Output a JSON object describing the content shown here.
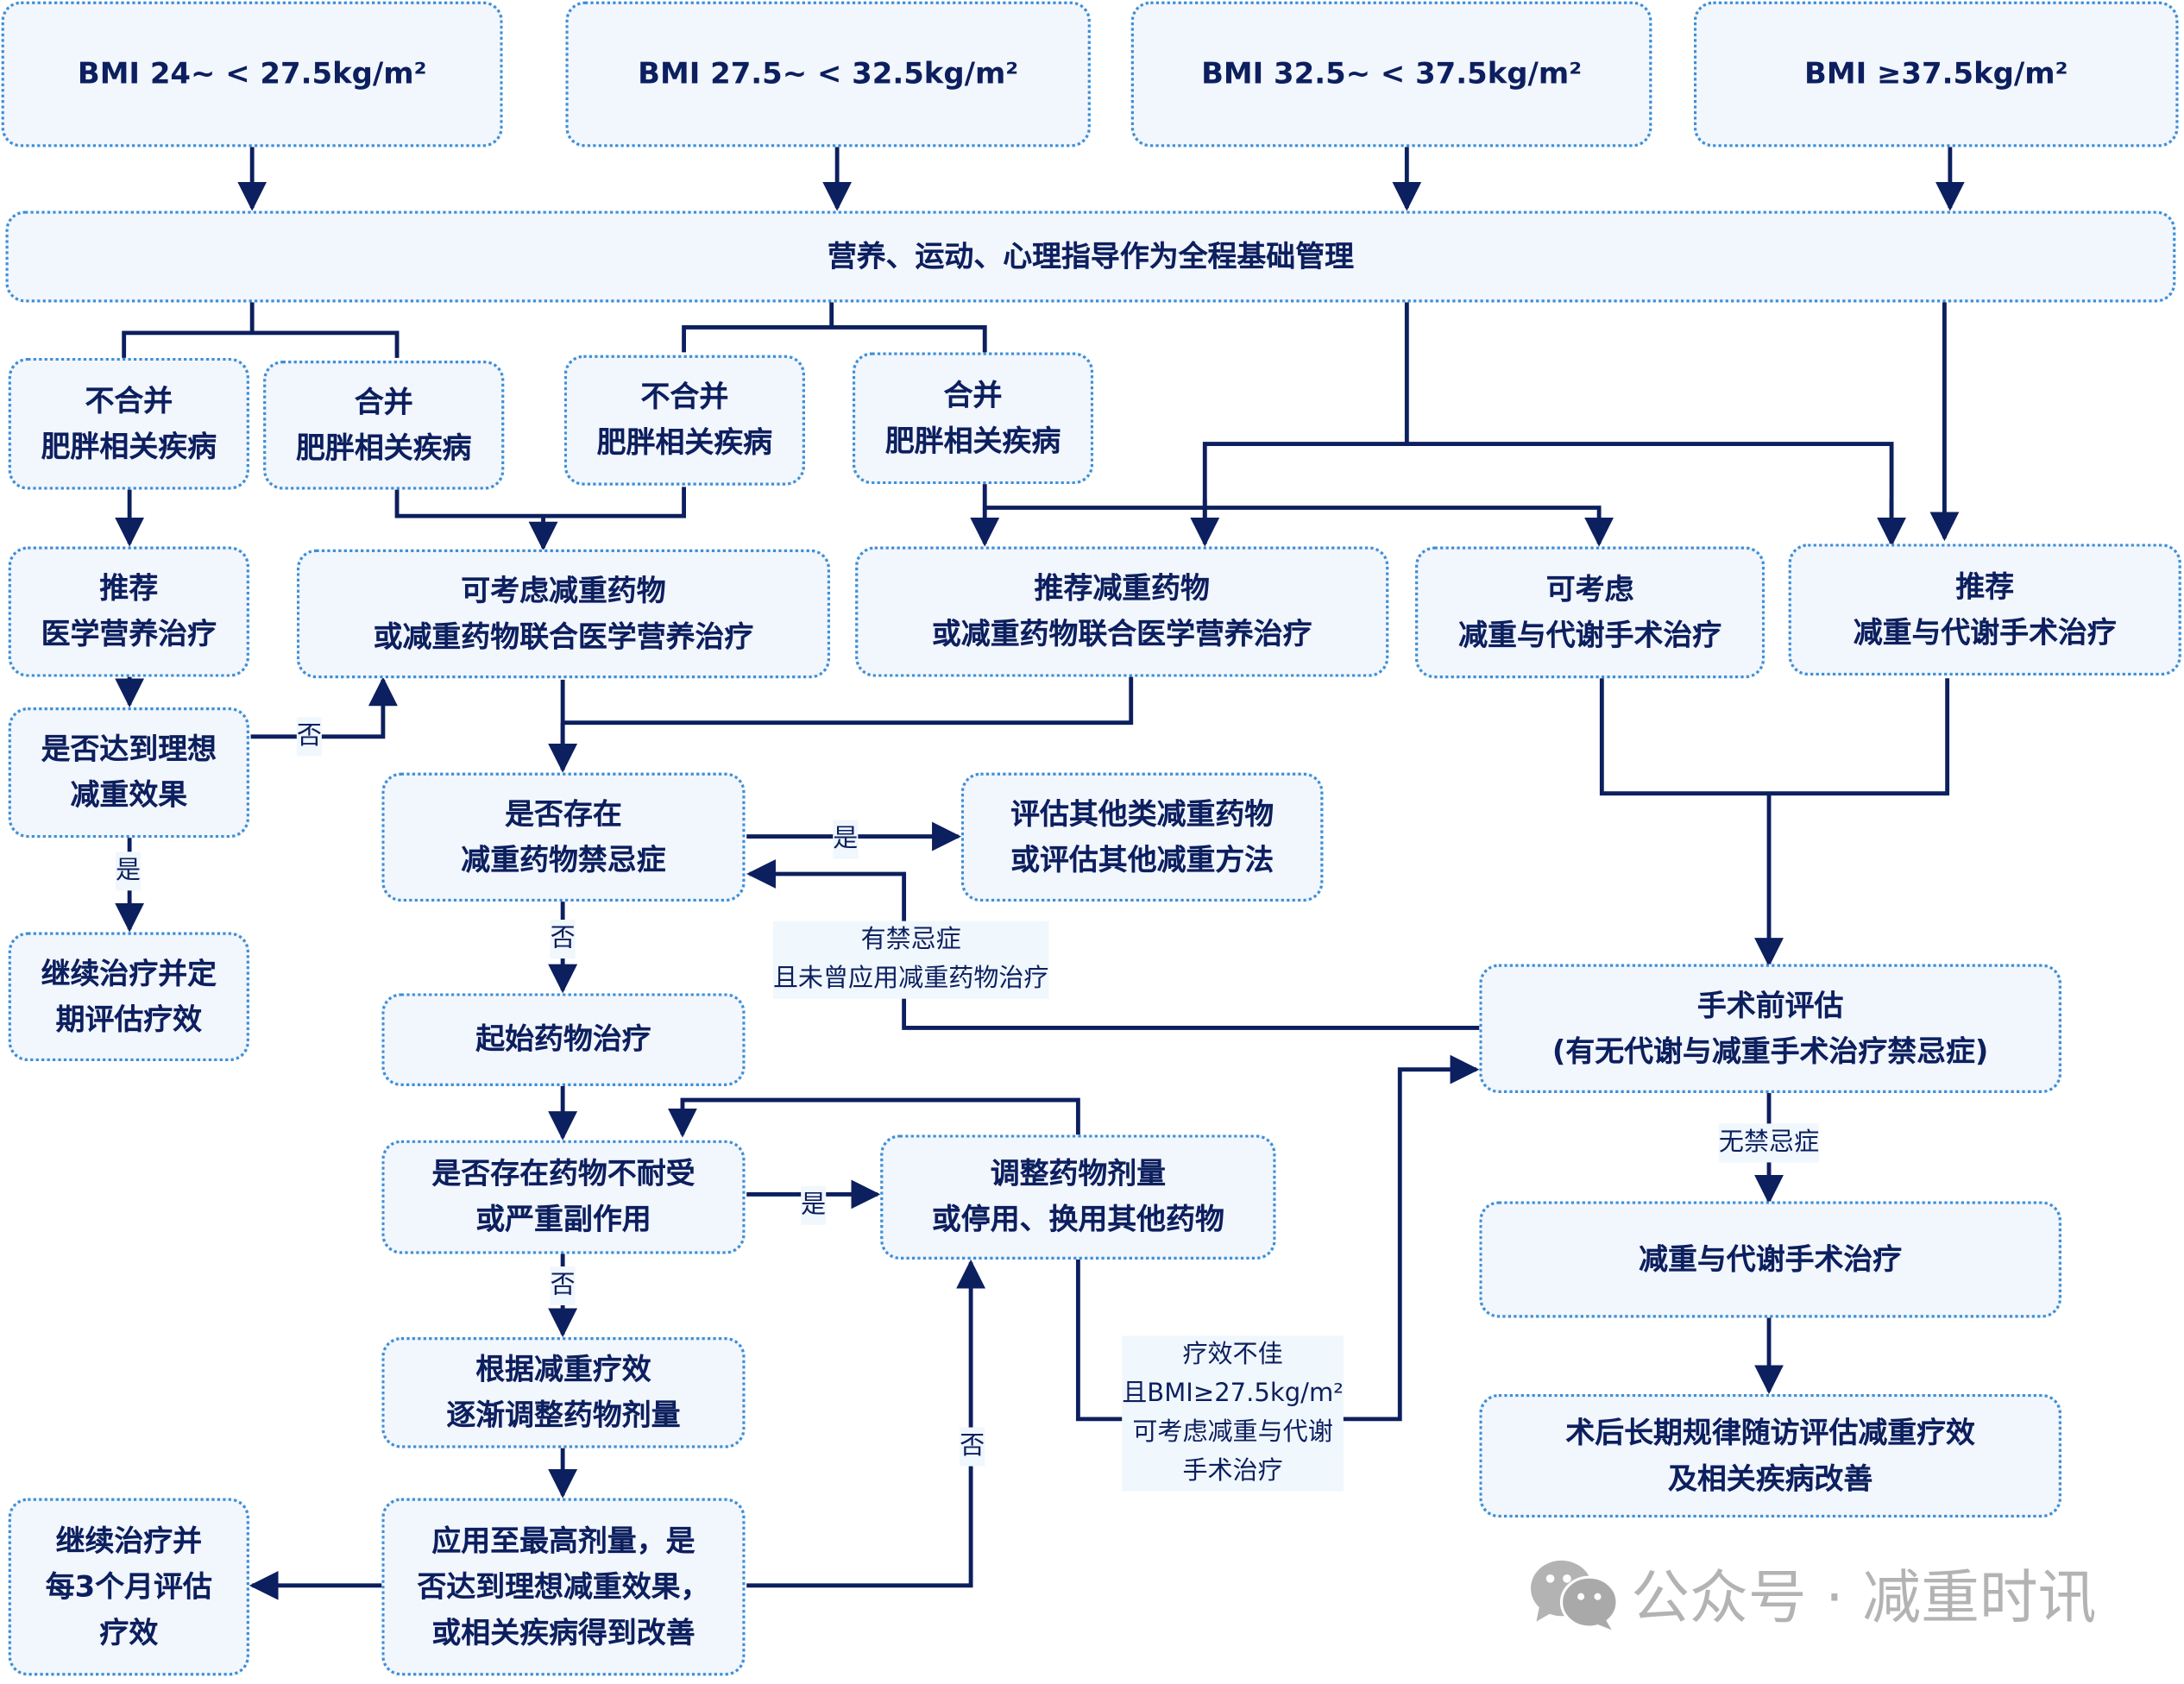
{
  "colors": {
    "text": "#0c1f5e",
    "line": "#0c1f5e",
    "box_fill": "#f2f6fd",
    "box_border": "#3d8fd6",
    "watermark": "#b3b3b3"
  },
  "bmi": [
    "BMI 24~ < 27.5kg/m²",
    "BMI 27.5~ < 32.5kg/m²",
    "BMI 32.5~ < 37.5kg/m²",
    "BMI ≥37.5kg/m²"
  ],
  "base": "营养、运动、心理指导作为全程基础管理",
  "comorb": {
    "a1": [
      "不合并",
      "肥胖相关疾病"
    ],
    "a2": [
      "合并",
      "肥胖相关疾病"
    ],
    "b1": [
      "不合并",
      "肥胖相关疾病"
    ],
    "b2": [
      "合并",
      "肥胖相关疾病"
    ]
  },
  "nodes": {
    "mnt": [
      "推荐",
      "医学营养治疗"
    ],
    "consider_drug": [
      "可考虑减重药物",
      "或减重药物联合医学营养治疗"
    ],
    "recommend_drug": [
      "推荐减重药物",
      "或减重药物联合医学营养治疗"
    ],
    "consider_surgery": [
      "可考虑",
      "减重与代谢手术治疗"
    ],
    "recommend_surgery": [
      "推荐",
      "减重与代谢手术治疗"
    ],
    "ideal": [
      "是否达到理想",
      "减重效果"
    ],
    "continue_eval": [
      "继续治疗并定",
      "期评估疗效"
    ],
    "contra": [
      "是否存在",
      "减重药物禁忌症"
    ],
    "other": [
      "评估其他类减重药物",
      "或评估其他减重方法"
    ],
    "start_drug": [
      "起始药物治疗"
    ],
    "intolerance": [
      "是否存在药物不耐受",
      "或严重副作用"
    ],
    "adjust": [
      "调整药物剂量",
      "或停用、换用其他药物"
    ],
    "titrate": [
      "根据减重疗效",
      "逐渐调整药物剂量"
    ],
    "maxdose": [
      "应用至最高剂量，是",
      "否达到理想减重效果，",
      "或相关疾病得到改善"
    ],
    "continue3m": [
      "继续治疗并",
      "每3个月评估",
      "疗效"
    ],
    "preop": [
      "手术前评估",
      "(有无代谢与减重手术治疗禁忌症)"
    ],
    "surgery": [
      "减重与代谢手术治疗"
    ],
    "followup": [
      "术后长期规律随访评估减重疗效",
      "及相关疾病改善"
    ]
  },
  "edge_labels": {
    "no1": "否",
    "yes1": "是",
    "yes_contra": "是",
    "no_contra": "否",
    "has_contra": [
      "有禁忌症",
      "且未曾应用减重药物治疗"
    ],
    "yes_intol": "是",
    "no_intol": "否",
    "no_max": "否",
    "poor": [
      "疗效不佳",
      "且BMI≥27.5kg/m²",
      "可考虑减重与代谢",
      "手术治疗"
    ],
    "no_preop": "无禁忌症"
  },
  "watermark": {
    "icon": "wechat-icon",
    "text": "公众号 · 减重时讯"
  }
}
